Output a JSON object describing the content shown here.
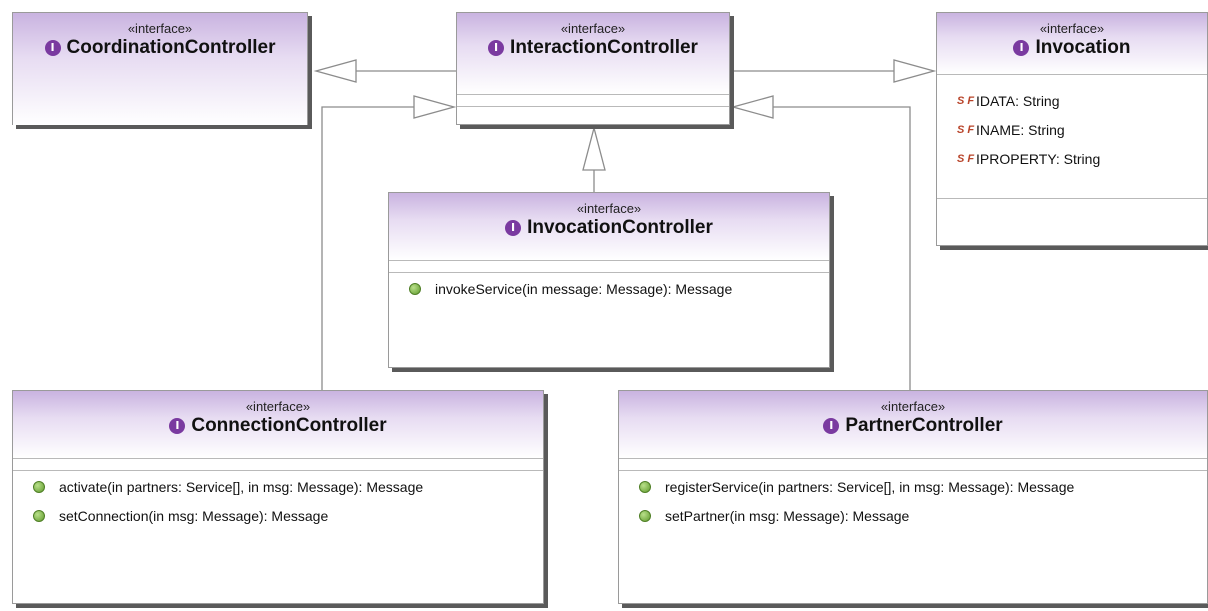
{
  "classes": {
    "coordination": {
      "stereotype": "«interface»",
      "icon": "interface-icon",
      "icon_glyph": "I",
      "name": "CoordinationController"
    },
    "interaction": {
      "stereotype": "«interface»",
      "icon": "interface-icon",
      "icon_glyph": "I",
      "name": "InteractionController"
    },
    "invocation": {
      "stereotype": "«interface»",
      "icon": "interface-icon",
      "icon_glyph": "I",
      "name": "Invocation",
      "attributes": [
        {
          "icon": "static-final-field-icon",
          "icon_glyph": "S F",
          "text": "IDATA: String"
        },
        {
          "icon": "static-final-field-icon",
          "icon_glyph": "S F",
          "text": "INAME: String"
        },
        {
          "icon": "static-final-field-icon",
          "icon_glyph": "S F",
          "text": "IPROPERTY: String"
        }
      ]
    },
    "invocation_controller": {
      "stereotype": "«interface»",
      "icon": "interface-icon",
      "icon_glyph": "I",
      "name": "InvocationController",
      "operations": [
        {
          "icon": "public-method-icon",
          "text": "invokeService(in message: Message): Message"
        }
      ]
    },
    "connection": {
      "stereotype": "«interface»",
      "icon": "interface-icon",
      "icon_glyph": "I",
      "name": "ConnectionController",
      "operations": [
        {
          "icon": "public-method-icon",
          "text": "activate(in partners: Service[], in msg: Message): Message"
        },
        {
          "icon": "public-method-icon",
          "text": "setConnection(in msg: Message): Message"
        }
      ]
    },
    "partner": {
      "stereotype": "«interface»",
      "icon": "interface-icon",
      "icon_glyph": "I",
      "name": "PartnerController",
      "operations": [
        {
          "icon": "public-method-icon",
          "text": "registerService(in partners: Service[], in msg: Message): Message"
        },
        {
          "icon": "public-method-icon",
          "text": "setPartner(in msg: Message): Message"
        }
      ]
    }
  },
  "relations": [
    {
      "type": "generalization",
      "from": "interaction",
      "to": "coordination"
    },
    {
      "type": "generalization",
      "from": "interaction",
      "to": "invocation"
    },
    {
      "type": "generalization",
      "from": "invocation_controller",
      "to": "interaction"
    },
    {
      "type": "generalization",
      "from": "connection",
      "to": "interaction"
    },
    {
      "type": "generalization",
      "from": "partner",
      "to": "interaction"
    }
  ],
  "colors": {
    "interface_icon": "#7a3aa0",
    "header_gradient_top": "#c9b3e0",
    "method_dot": "#6aa636",
    "field_icon": "#b8442a",
    "edge": "#8c8c8c"
  }
}
